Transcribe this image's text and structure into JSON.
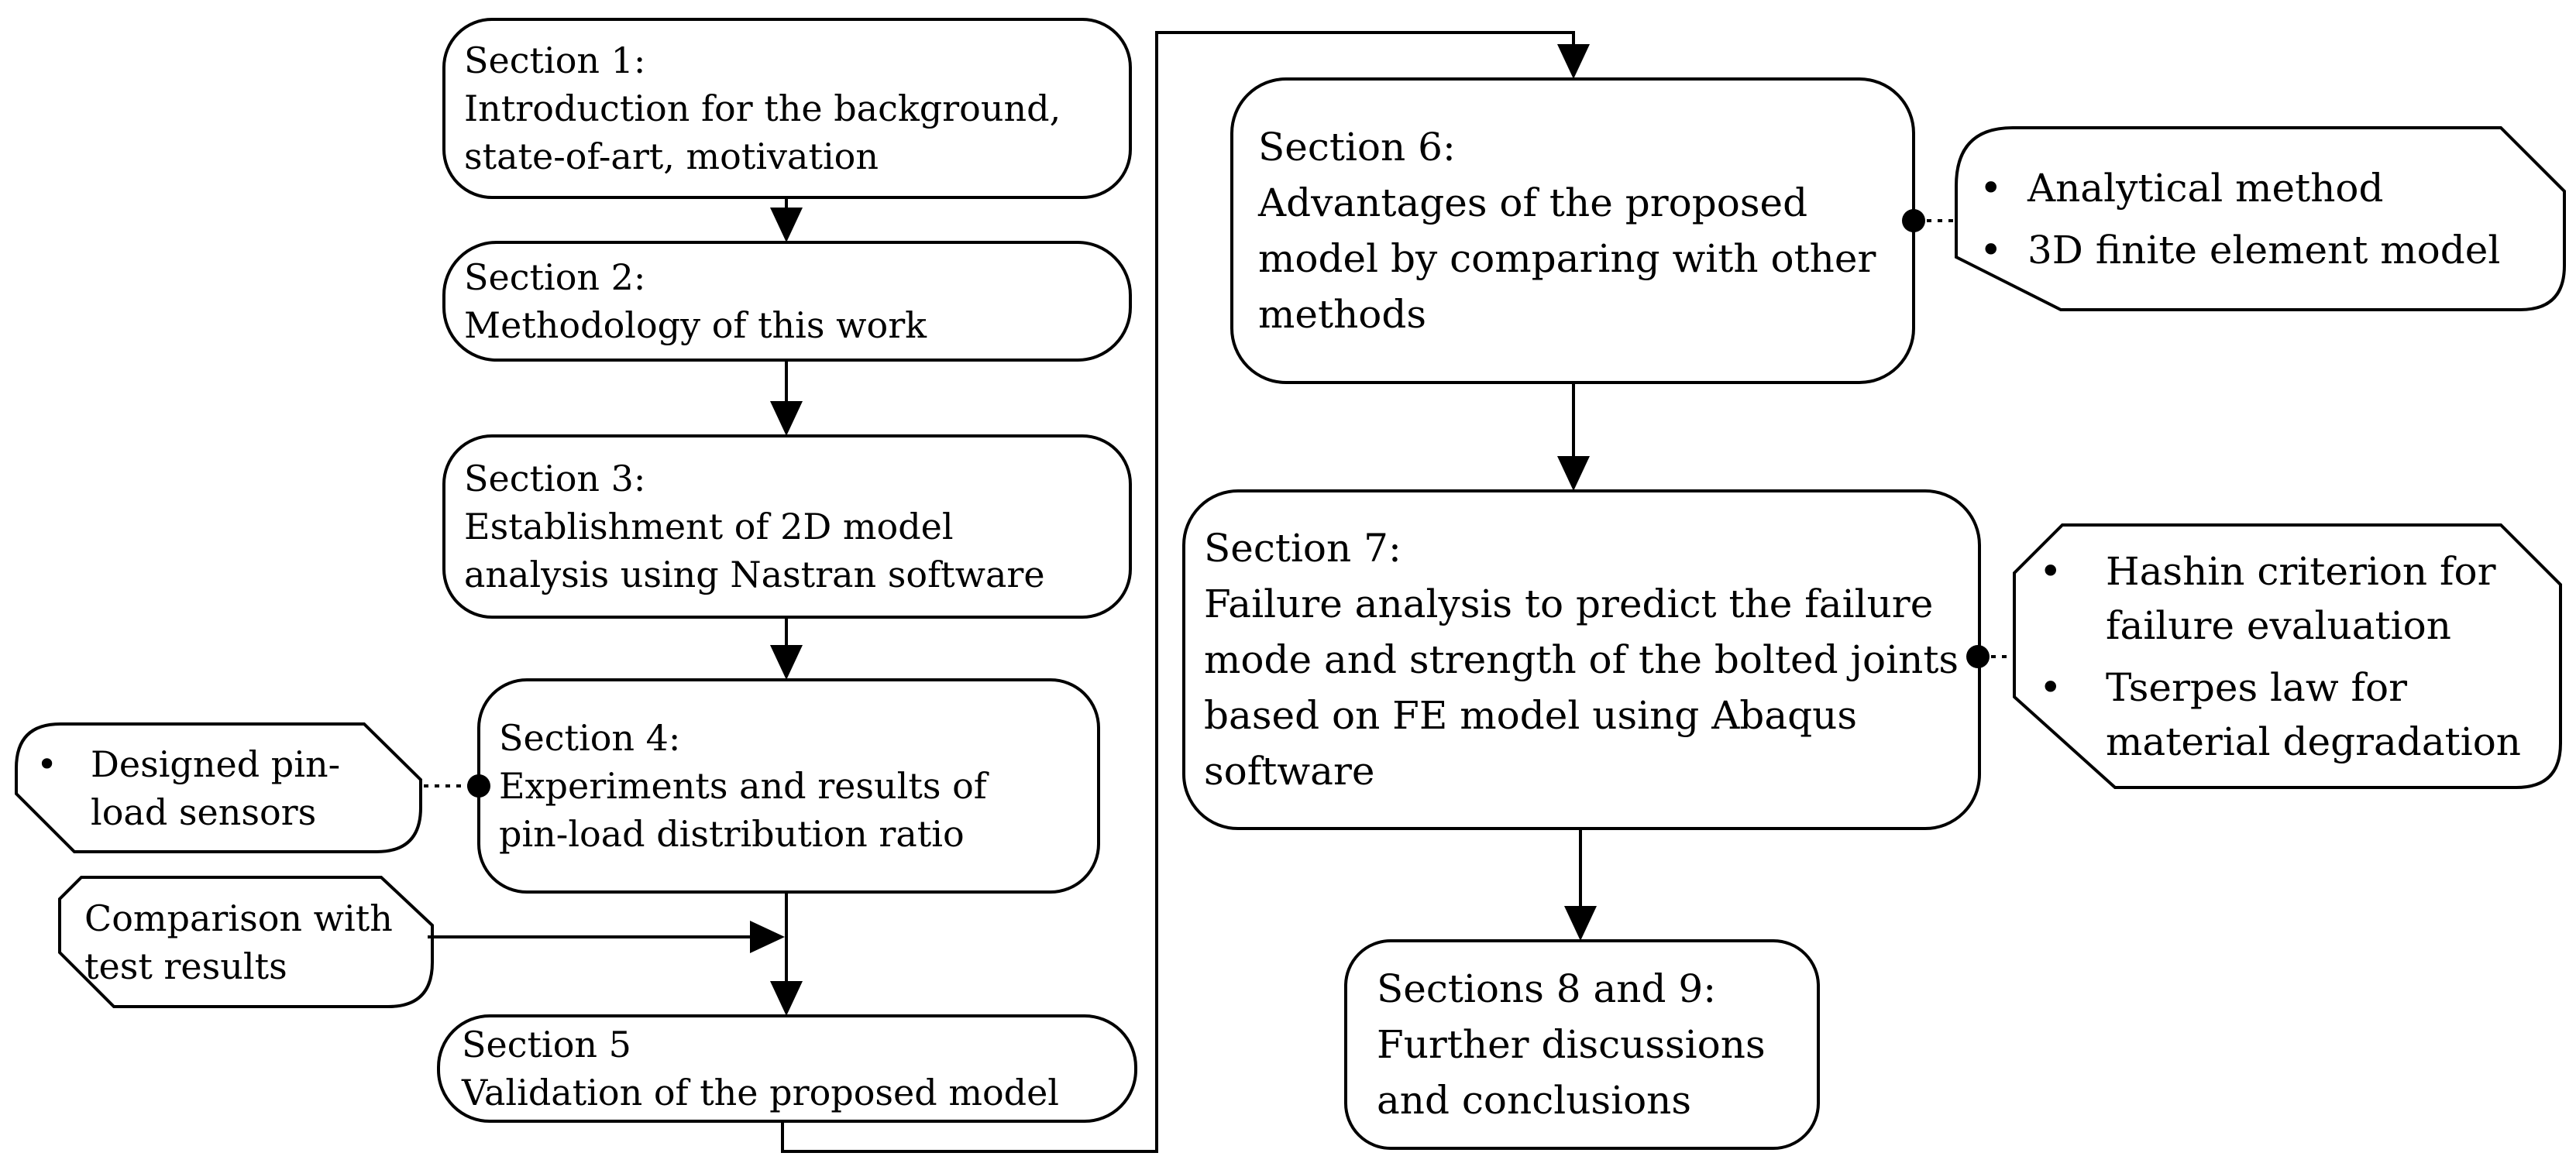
{
  "figure_type": "flowchart",
  "bullet_char": "•",
  "colors": {
    "stroke": "#000000",
    "box_fill": "#ffffff",
    "text": "#000000",
    "background": "#ffffff"
  },
  "sections": {
    "s1": {
      "lines": [
        "Section 1:",
        "Introduction for the background,",
        "state-of-art, motivation"
      ]
    },
    "s2": {
      "lines": [
        "Section 2:",
        "Methodology of this work"
      ]
    },
    "s3": {
      "lines": [
        "Section 3:",
        "Establishment of 2D model",
        "analysis using Nastran software"
      ]
    },
    "s4": {
      "lines": [
        "Section 4:",
        "Experiments and results of",
        "pin-load distribution ratio"
      ]
    },
    "s5": {
      "lines": [
        "Section 5",
        "Validation of the proposed model"
      ]
    },
    "s6": {
      "lines": [
        "Section 6:",
        "Advantages of the proposed",
        "model by comparing with other",
        "methods"
      ]
    },
    "s7": {
      "lines": [
        "Section 7:",
        "Failure analysis to predict the failure",
        "mode and strength of the bolted joints",
        "based on FE model using Abaqus",
        "software"
      ]
    },
    "s89": {
      "lines": [
        "Sections 8 and 9:",
        "Further discussions",
        "and conclusions"
      ]
    }
  },
  "callouts": {
    "designed": {
      "items": [
        {
          "lines": [
            "Designed pin-",
            "load sensors"
          ]
        }
      ]
    },
    "comparison": {
      "items": [
        {
          "lines": [
            "Comparison with",
            "test results"
          ]
        }
      ]
    },
    "methods": {
      "items": [
        {
          "lines": [
            "Analytical method"
          ]
        },
        {
          "lines": [
            "3D finite element model"
          ]
        }
      ]
    },
    "criteria": {
      "items": [
        {
          "lines": [
            "Hashin criterion for",
            "failure evaluation"
          ]
        },
        {
          "lines": [
            "Tserpes law for",
            "material degradation"
          ]
        }
      ]
    }
  }
}
